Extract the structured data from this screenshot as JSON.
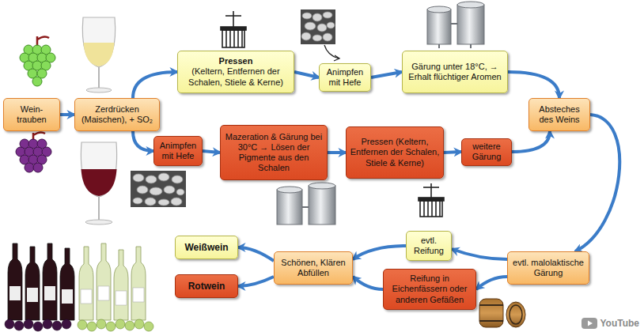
{
  "diagram": {
    "nodes": [
      {
        "text": [
          "Wein- trauben"
        ]
      },
      {
        "text": [
          "Zerdrücken (Maischen), + SO₂"
        ]
      },
      {
        "text": [
          "Pressen",
          "(Keltern, Entfernen der Schalen, Stiele & Kerne)"
        ]
      },
      {
        "text": [
          "Animpfen mit Hefe"
        ]
      },
      {
        "text": [
          "Gärung unter 18°C, → Erhalt flüchtiger Aromen"
        ]
      },
      {
        "text": [
          "Animpfen mit Hefe"
        ]
      },
      {
        "text": [
          "Mazeration & Gärung bei 30°C → Lösen der Pigmente aus den Schalen"
        ]
      },
      {
        "text": [
          "Pressen (Keltern, Entfernen der Schalen, Stiele & Kerne)"
        ]
      },
      {
        "text": [
          "weitere Gärung"
        ]
      },
      {
        "text": [
          "Absteches des Weins"
        ]
      },
      {
        "text": [
          "evtl. malolaktische Gärung"
        ]
      },
      {
        "text": [
          "evtl. Reifung"
        ]
      },
      {
        "text": [
          "Reifung in Eichenfässern oder anderen Gefäßen"
        ]
      },
      {
        "text": [
          "Schönen, Klären Abfüllen"
        ]
      },
      {
        "text": [
          "Weißwein"
        ]
      },
      {
        "text": [
          "Rotwein"
        ]
      }
    ],
    "edges": [
      {
        "from": 0,
        "to": 1,
        "arrow": "to"
      },
      {
        "from": 1,
        "to": 2,
        "arrow": "to"
      },
      {
        "from": 2,
        "to": 3,
        "arrow": "to"
      },
      {
        "from": 3,
        "to": 4,
        "arrow": "to"
      },
      {
        "from": 4,
        "to": 9,
        "arrow": "to"
      },
      {
        "from": 1,
        "to": 5,
        "arrow": "to"
      },
      {
        "from": 5,
        "to": 6,
        "arrow": "to"
      },
      {
        "from": 6,
        "to": 7,
        "arrow": "to"
      },
      {
        "from": 7,
        "to": 8,
        "arrow": "to"
      },
      {
        "from": 8,
        "to": 9,
        "arrow": "to"
      },
      {
        "from": 9,
        "to": 10,
        "arrow": "to"
      },
      {
        "from": 10,
        "to": 11,
        "arrow": "to"
      },
      {
        "from": 10,
        "to": 12,
        "arrow": "to"
      },
      {
        "from": 11,
        "to": 13,
        "arrow": "to"
      },
      {
        "from": 12,
        "to": 13,
        "arrow": "to"
      },
      {
        "from": 13,
        "to": 14,
        "arrow": "to"
      },
      {
        "from": 13,
        "to": 15,
        "arrow": "to"
      }
    ],
    "labels": [
      "YouTube"
    ]
  }
}
